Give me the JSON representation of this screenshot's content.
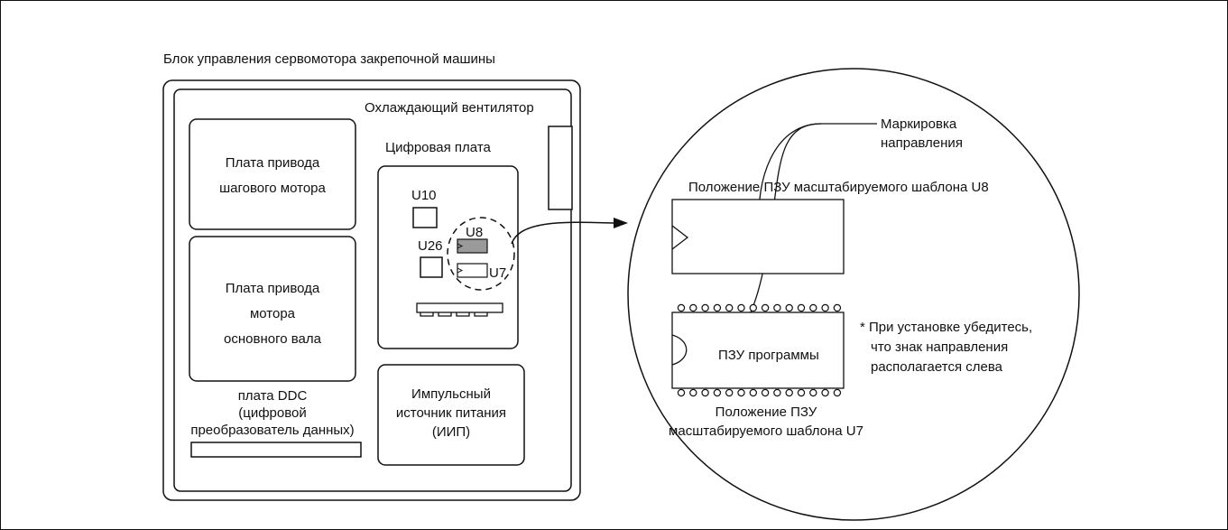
{
  "diagram": {
    "title": "Блок управления сервомотора закрепочной машины",
    "fan_label": "Охлаждающий вентилятор",
    "stepper_board": [
      "Плата привода",
      "шагового мотора"
    ],
    "main_shaft_board": [
      "Плата привода",
      "мотора",
      "основного вала"
    ],
    "ddc_board": [
      "плата DDC",
      "(цифровой",
      "преобразователь данных)"
    ],
    "digital_board_label": "Цифровая плата",
    "chips": {
      "u10": "U10",
      "u26": "U26",
      "u8": "U8",
      "u7": "U7"
    },
    "power_supply": [
      "Импульсный",
      "источник питания",
      "(ИИП)"
    ]
  },
  "detail": {
    "direction_mark": [
      "Маркировка",
      "направления"
    ],
    "u8_position": "Положение ПЗУ масштабируемого шаблона U8",
    "program_rom": "ПЗУ программы",
    "u7_position": [
      "Положение ПЗУ",
      "масштабируемого шаблона U7"
    ],
    "note": [
      "* При установке убедитесь,",
      "что знак направления",
      "располагается слева"
    ]
  },
  "colors": {
    "line": "#111111",
    "chip_fill_u8": "#9a9a9a",
    "background": "#ffffff"
  }
}
